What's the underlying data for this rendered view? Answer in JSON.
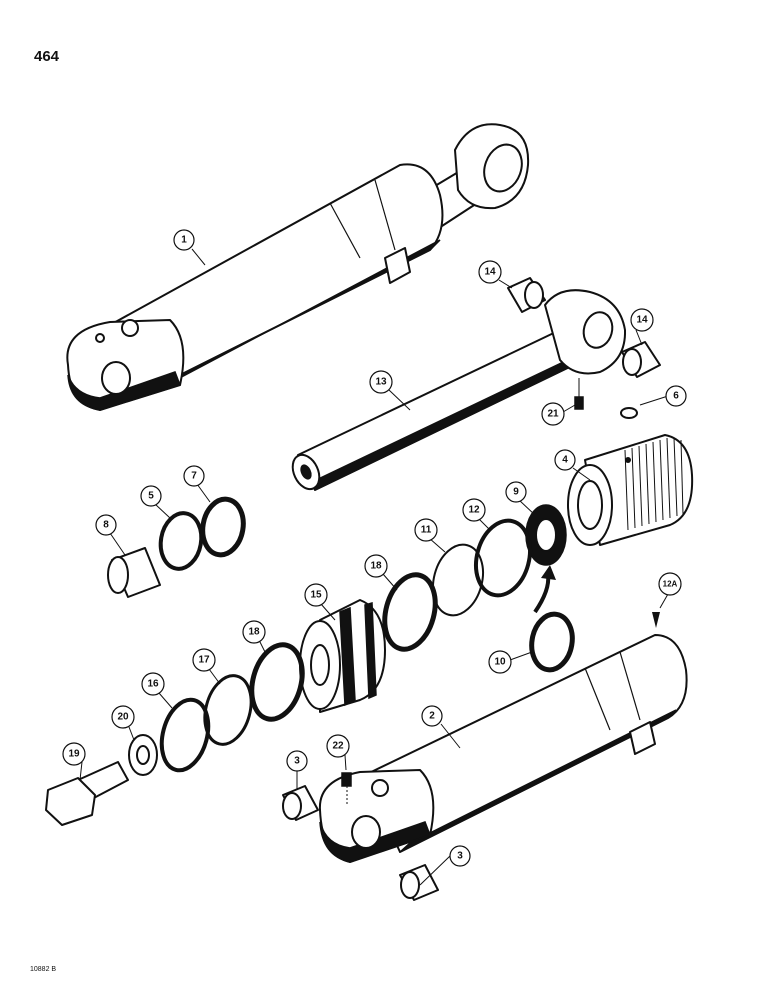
{
  "page": {
    "number": "464",
    "figure_code": "10882 B"
  },
  "callouts": {
    "c1": "1",
    "c2": "2",
    "c3a": "3",
    "c3b": "3",
    "c4": "4",
    "c5": "5",
    "c6": "6",
    "c7": "7",
    "c8": "8",
    "c9": "9",
    "c10": "10",
    "c11": "11",
    "c12": "12",
    "c12a": "12A",
    "c13": "13",
    "c14a": "14",
    "c14b": "14",
    "c15": "15",
    "c16": "16",
    "c17": "17",
    "c18a": "18",
    "c18b": "18",
    "c19": "19",
    "c20": "20",
    "c21": "21",
    "c22": "22"
  }
}
